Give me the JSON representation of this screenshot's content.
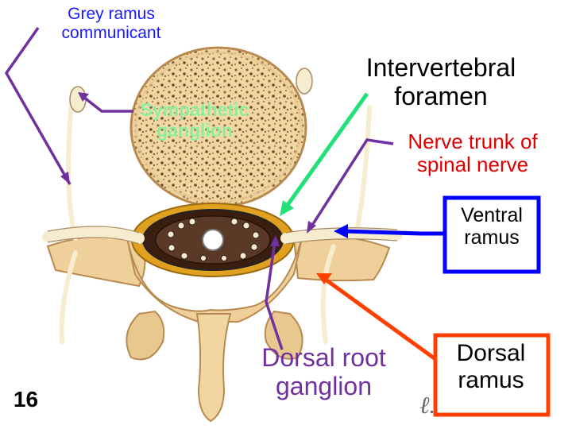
{
  "labels": {
    "grey_ramus": "Grey ramus\ncommunicant",
    "sympathetic_ganglion": "Sympathetic\nganglion",
    "intervertebral_foramen": "Intervertebral\nforamen",
    "nerve_trunk": "Nerve trunk of\nspinal nerve",
    "ventral_ramus": "Ventral\nramus",
    "dorsal_root_ganglion": "Dorsal root\nganglion",
    "dorsal_ramus": "Dorsal\nramus",
    "slide_number": "16"
  },
  "colors": {
    "grey_ramus_text": "#1a1aff",
    "grey_ramus_arrow": "#7030a0",
    "sympathetic_text": "#90ee90",
    "sympathetic_arrow": "#7030a0",
    "foramen_arrow": "#22e07a",
    "nerve_trunk_text": "#e00000",
    "nerve_trunk_arrow": "#7030a0",
    "ventral_box": "#0000ff",
    "dorsal_root_text": "#7030a0",
    "dorsal_ramus_box": "#ff4000",
    "bone": "#f2d6a2",
    "bone_dark": "#c79a5a",
    "fat": "#e0a020",
    "spinal_cord": "#4a2a18"
  },
  "signature": "ℓ."
}
